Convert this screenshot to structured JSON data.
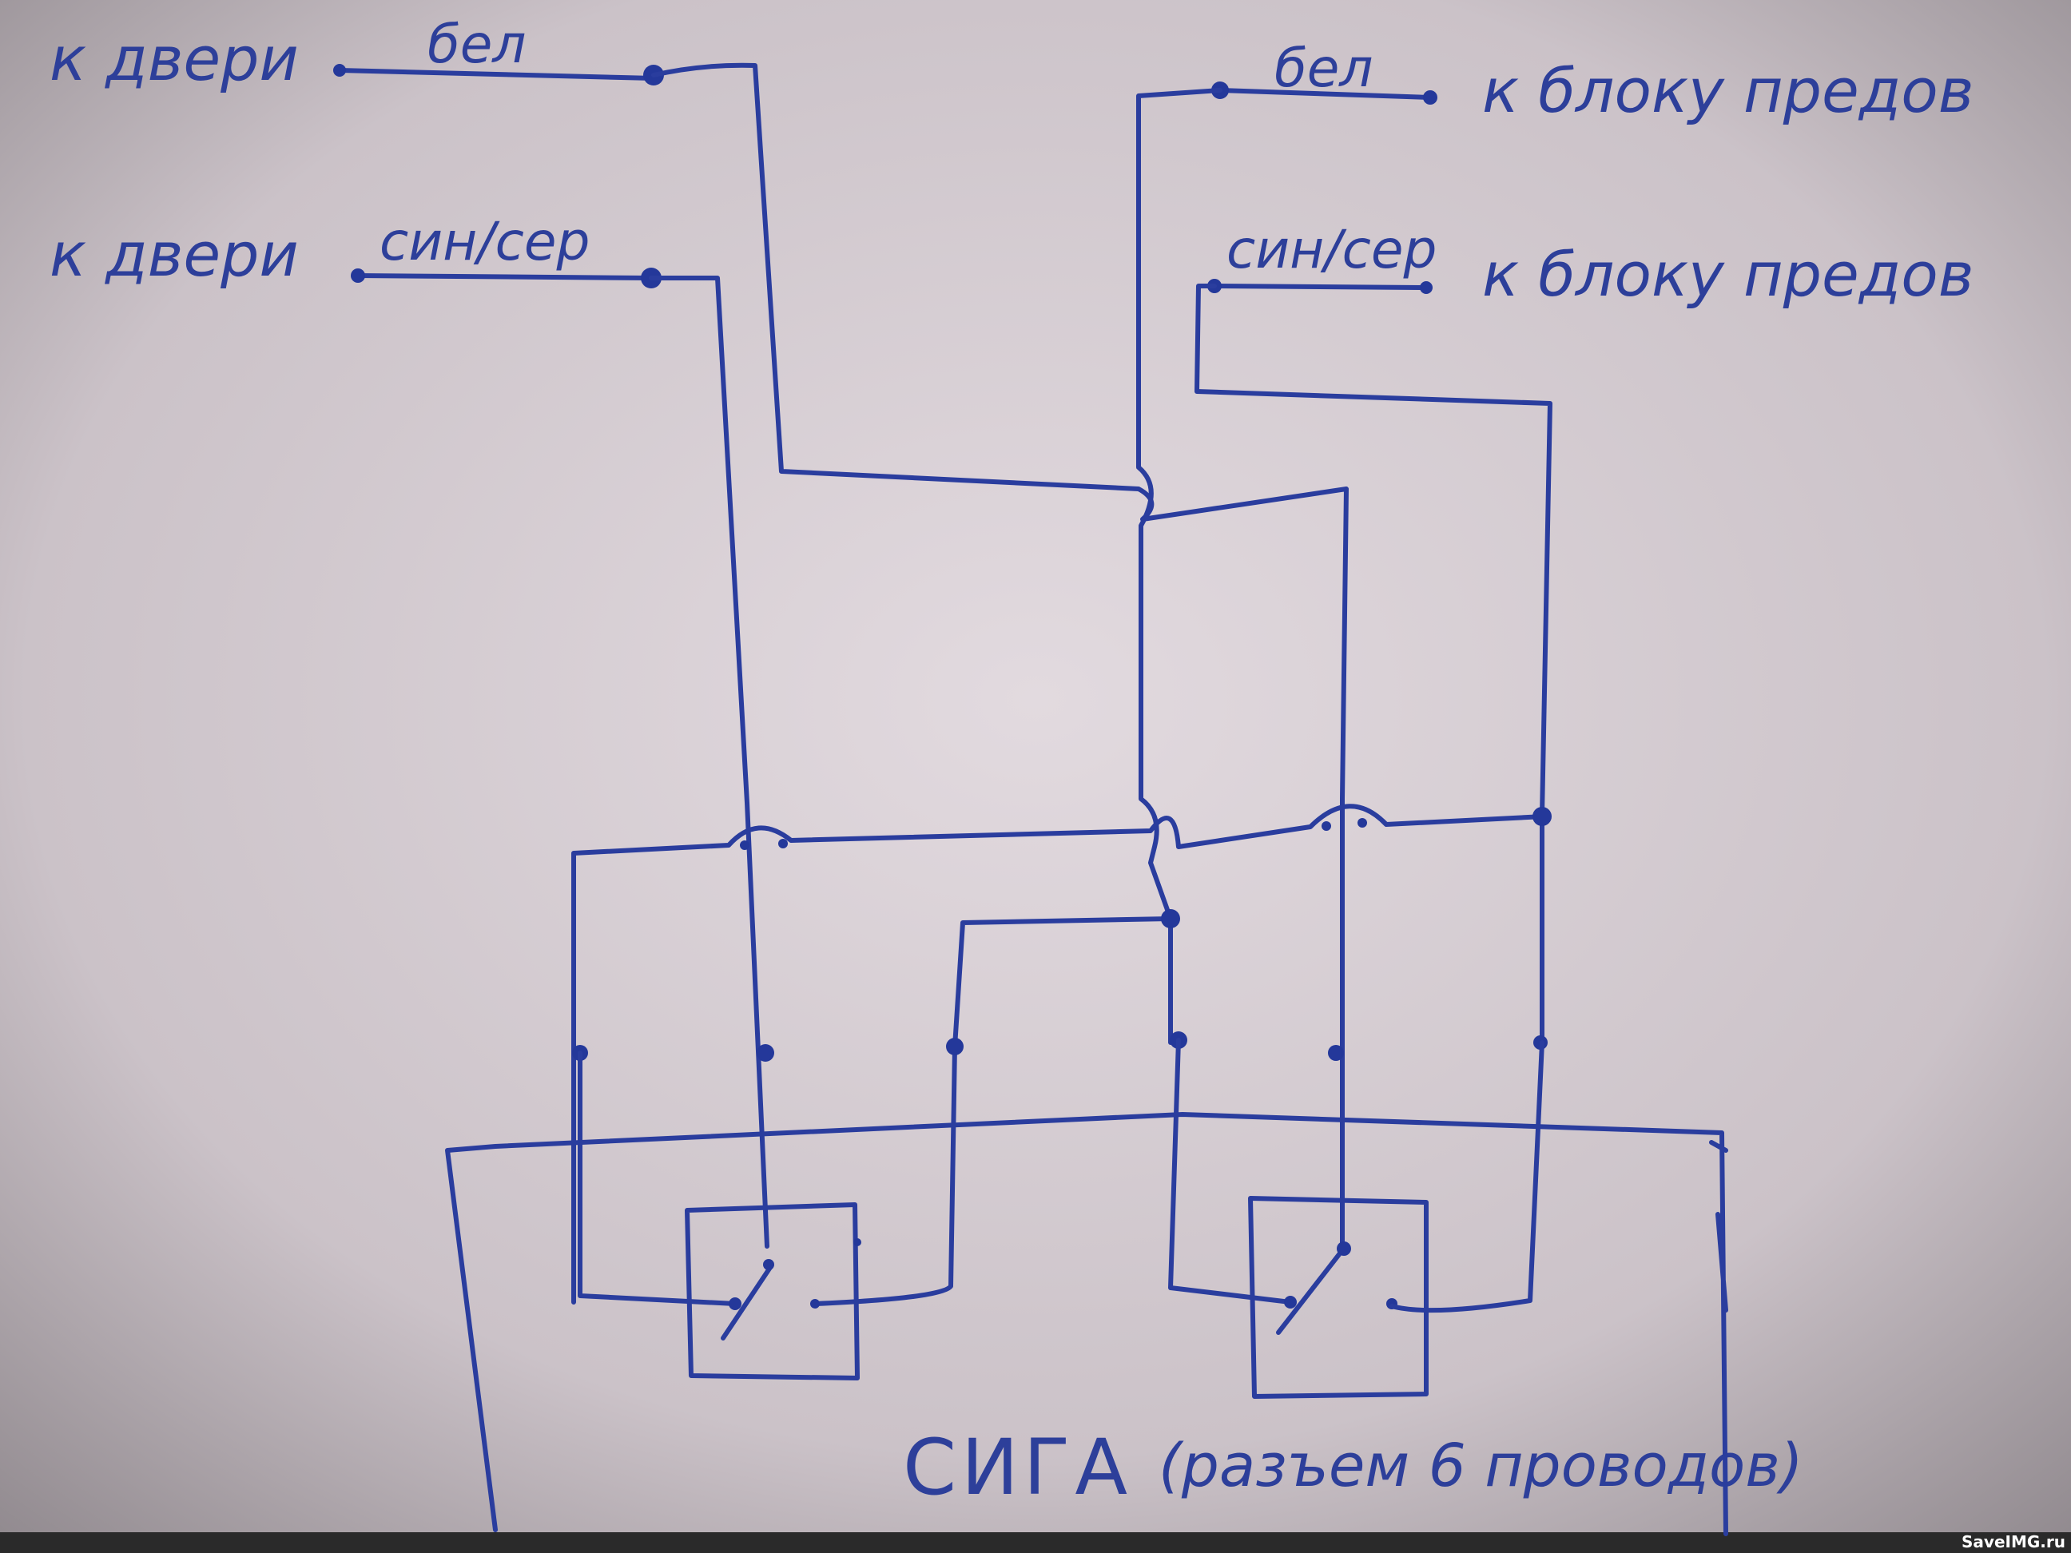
{
  "labels": {
    "door_top": "к двери",
    "door_bottom": "к двери",
    "block_top": "к блоку предов",
    "block_bottom": "к блоку предов",
    "wire_white_left": "бел",
    "wire_bluegray_left": "син/сер",
    "wire_white_right": "бел",
    "wire_bluegray_right": "син/сер",
    "device_title": "СИГА",
    "device_subtitle": "(разъем 6 проводов)"
  },
  "watermark": "SaveIMG.ru",
  "colors": {
    "paper": "#cfc6cc",
    "ink": "#2a3d9e"
  }
}
